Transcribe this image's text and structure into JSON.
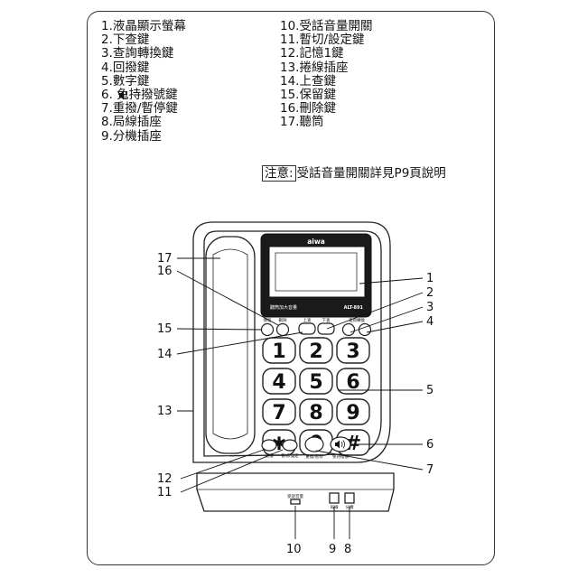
{
  "legend_left": [
    "1.液晶顯示螢幕",
    "2.下查鍵",
    "3.查詢轉換鍵",
    "4.回撥鍵",
    "5.數字鍵",
    "6.  免持撥號鍵",
    "7.重撥/暫停鍵",
    "8.局線插座",
    "9.分機插座"
  ],
  "legend_right": [
    "10.受話音量開關",
    "11.暫切/設定鍵",
    "12.記憶1鍵",
    "13.捲線插座",
    "14.上查鍵",
    "15.保留鍵",
    "16.刪除鍵",
    "17.聽筒"
  ],
  "note": {
    "tag": "注意:",
    "text": "受話音量開關詳見P9頁說明"
  },
  "phone": {
    "brand": "aiwa",
    "model": "ALT-891",
    "lcd_caption": "聽筒加大音量",
    "keys": [
      "1",
      "2",
      "3",
      "4",
      "5",
      "6",
      "7",
      "8",
      "9",
      "✱",
      "0",
      "#"
    ],
    "small_labels": {
      "save": "保留",
      "delete": "刪除",
      "up": "上查",
      "down": "下查",
      "query": "查詢轉換",
      "memory": "記憶",
      "flash": "暫切/設定",
      "redial": "重撥/暫停",
      "handsfree": "免持撥號",
      "volume": "受話音量",
      "line": "局線",
      "ext": "分機"
    }
  },
  "callouts": [
    "1",
    "2",
    "3",
    "4",
    "5",
    "6",
    "7",
    "8",
    "9",
    "10",
    "11",
    "12",
    "13",
    "14",
    "15",
    "16",
    "17"
  ]
}
